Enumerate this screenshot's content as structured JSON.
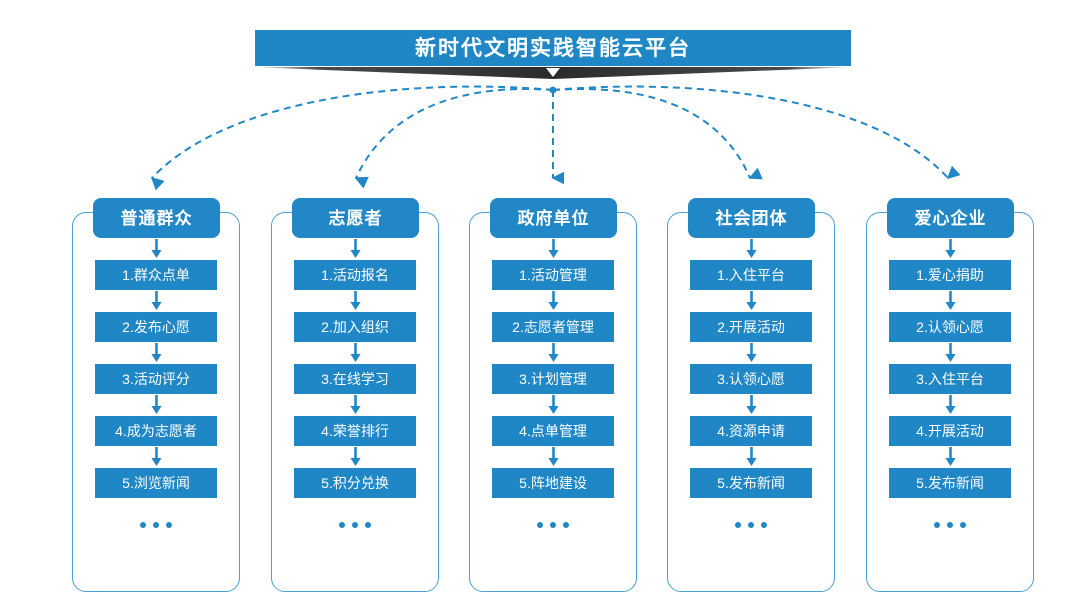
{
  "banner": {
    "title": "新时代文明实践智能云平台",
    "color": "#1f87c6",
    "shadow_color": "#2b2b2b",
    "arrow_icon": "chevron-down-icon"
  },
  "theme": {
    "accent": "#1f87c6",
    "header_accent": "#2287c7",
    "card_border": "#49a0d4",
    "connector": "#2287c7",
    "text_on_accent": "#ffffff",
    "background": "#ffffff"
  },
  "ellipsis_label": "...",
  "columns": [
    {
      "header": "普通群众",
      "items": [
        "1.群众点单",
        "2.发布心愿",
        "3.活动评分",
        "4.成为志愿者",
        "5.浏览新闻"
      ]
    },
    {
      "header": "志愿者",
      "items": [
        "1.活动报名",
        "2.加入组织",
        "3.在线学习",
        "4.荣誉排行",
        "5.积分兑换"
      ]
    },
    {
      "header": "政府单位",
      "items": [
        "1.活动管理",
        "2.志愿者管理",
        "3.计划管理",
        "4.点单管理",
        "5.阵地建设"
      ]
    },
    {
      "header": "社会团体",
      "items": [
        "1.入住平台",
        "2.开展活动",
        "3.认领心愿",
        "4.资源申请",
        "5.发布新闻"
      ]
    },
    {
      "header": "爱心企业",
      "items": [
        "1.爱心捐助",
        "2.认领心愿",
        "3.入住平台",
        "4.开展活动",
        "5.发布新闻"
      ]
    }
  ]
}
